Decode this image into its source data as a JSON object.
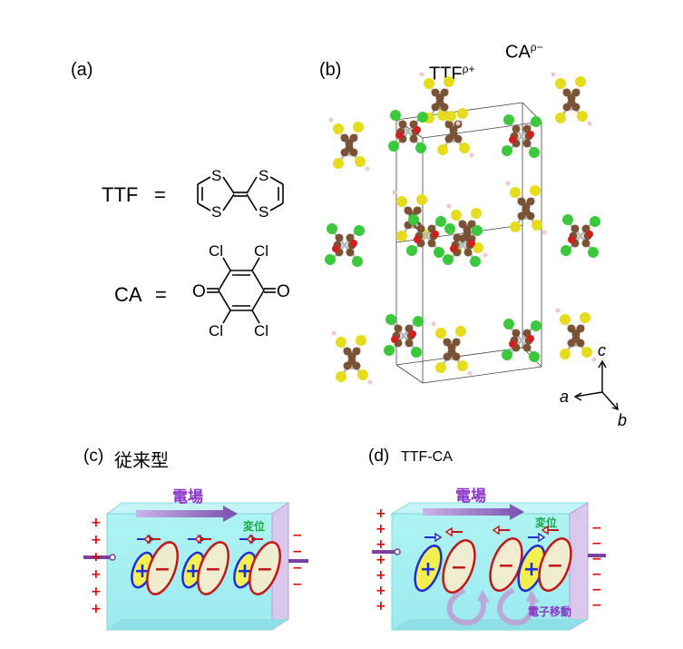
{
  "panels": {
    "a": {
      "label": "(a)",
      "ttf": {
        "name": "TTF",
        "eq": "=",
        "atoms": [
          "S",
          "S",
          "S",
          "S"
        ]
      },
      "ca": {
        "name": "CA",
        "eq": "=",
        "cl": [
          "Cl",
          "Cl",
          "Cl",
          "Cl"
        ],
        "o": [
          "O",
          "O"
        ]
      }
    },
    "b": {
      "label": "(b)",
      "ttf_label": "TTF",
      "ttf_sup": "ρ+",
      "ca_label": "CA",
      "ca_sup": "ρ−",
      "axes": {
        "a": "a",
        "b": "b",
        "c": "c"
      },
      "colors": {
        "sulfur": "#e6dc1e",
        "chlorine": "#3cc83c",
        "oxygen": "#d21e1e",
        "carbon": "#7a5236",
        "hydrogen": "#f0c8c8"
      }
    },
    "c": {
      "label": "(c)",
      "title": "従来型",
      "field": "電場",
      "displacement": "変位",
      "plus": "+",
      "minus": "−"
    },
    "d": {
      "label": "(d)",
      "title": "TTF-CA",
      "field": "電場",
      "displacement": "変位",
      "transfer": "電子移動",
      "plus": "+",
      "minus": "−"
    }
  }
}
